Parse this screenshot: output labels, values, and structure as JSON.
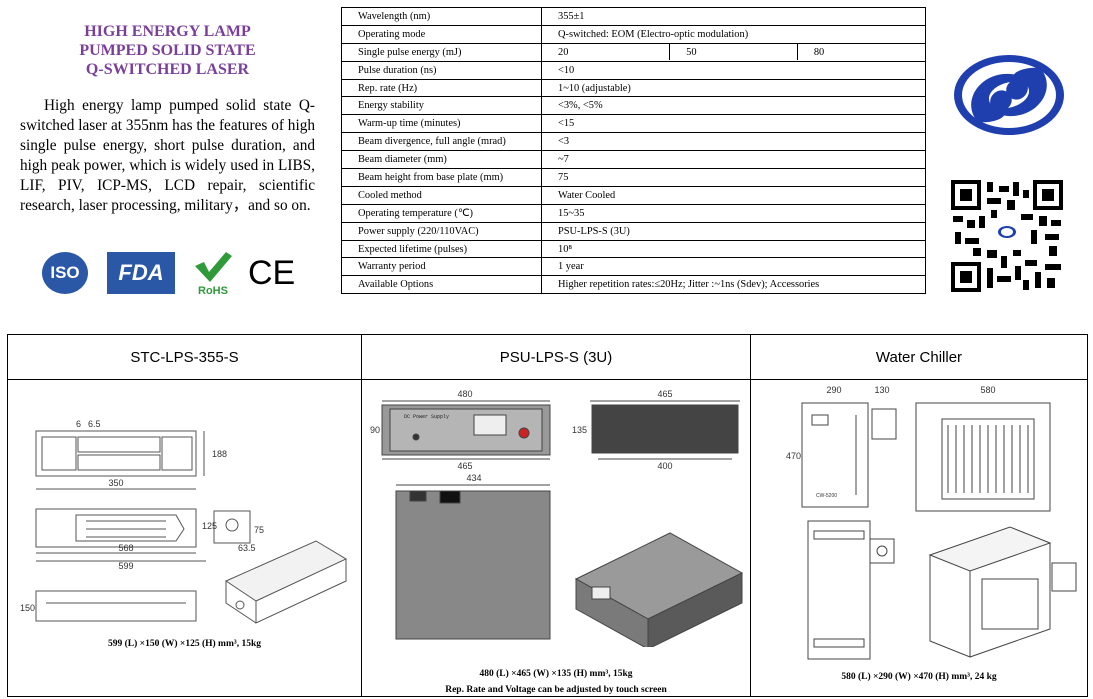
{
  "intro": {
    "title_lines": [
      "HIGH ENERGY LAMP",
      "PUMPED SOLID STATE",
      "Q-SWITCHED LASER"
    ],
    "description": "High energy lamp pumped solid state Q-switched laser at 355nm has the features of high single pulse energy, short pulse duration, and high peak power, which is widely used in LIBS, LIF, PIV, ICP-MS, LCD repair, scientific research, laser processing, military，and so on."
  },
  "certifications": {
    "iso": "ISO",
    "fda": "FDA",
    "rohs": "RoHS",
    "ce": "CE"
  },
  "specs": {
    "rows": [
      {
        "label": "Wavelength (nm)",
        "value": "355±1"
      },
      {
        "label": "Operating mode",
        "value": "Q-switched: EOM (Electro-optic modulation)"
      },
      {
        "label": "Single pulse energy (mJ)",
        "values": [
          "20",
          "50",
          "80"
        ]
      },
      {
        "label": "Pulse duration (ns)",
        "value": "<10"
      },
      {
        "label": "Rep. rate (Hz)",
        "value": "1~10 (adjustable)"
      },
      {
        "label": "Energy stability",
        "value": "<3%, <5%"
      },
      {
        "label": "Warm-up time (minutes)",
        "value": "<15"
      },
      {
        "label": "Beam divergence, full angle (mrad)",
        "value": "<3"
      },
      {
        "label": "Beam diameter (mm)",
        "value": "~7"
      },
      {
        "label": "Beam height from base plate (mm)",
        "value": "75"
      },
      {
        "label": "Cooled method",
        "value": "Water Cooled"
      },
      {
        "label": "Operating temperature (℃)",
        "value": "15~35"
      },
      {
        "label": "Power supply (220/110VAC)",
        "value": "PSU-LPS-S (3U)"
      },
      {
        "label": "Expected lifetime (pulses)",
        "value": "10⁸"
      },
      {
        "label": "Warranty period",
        "value": "1 year"
      },
      {
        "label": "Available Options",
        "value": "Higher repetition rates:≤20Hz; Jitter :~1ns (Sdev); Accessories"
      }
    ]
  },
  "products": {
    "laser": {
      "header": "STC-LPS-355-S",
      "caption": "599 (L) ×150 (W) ×125 (H) mm³, 15kg",
      "dims": {
        "w350": "350",
        "w568": "568",
        "w599": "599",
        "h125": "125",
        "h75": "75",
        "h150": "150",
        "h188": "188",
        "w63": "63.5",
        "w6": "6",
        "w65": "6.5"
      }
    },
    "psu": {
      "header": "PSU-LPS-S (3U)",
      "caption": "480 (L) ×465 (W) ×135 (H) mm³, 15kg",
      "note": "Rep. Rate and Voltage can be adjusted by touch screen",
      "panel_label": "DC Power Supply",
      "dims": {
        "w480": "480",
        "w465a": "465",
        "h90": "90",
        "w465b": "465",
        "h135": "135",
        "w400": "400",
        "w434": "434"
      }
    },
    "chiller": {
      "header": "Water Chiller",
      "caption": "580 (L) ×290 (W) ×470 (H) mm³, 24 kg",
      "model": "CW-5200",
      "dims": {
        "w290": "290",
        "w130": "130",
        "w580": "580",
        "h470": "470"
      }
    }
  },
  "colors": {
    "title": "#7a3f9a",
    "logo_blue": "#1f3fae",
    "cert_blue": "#2a57a6",
    "rohs_green": "#2e9a3a"
  }
}
